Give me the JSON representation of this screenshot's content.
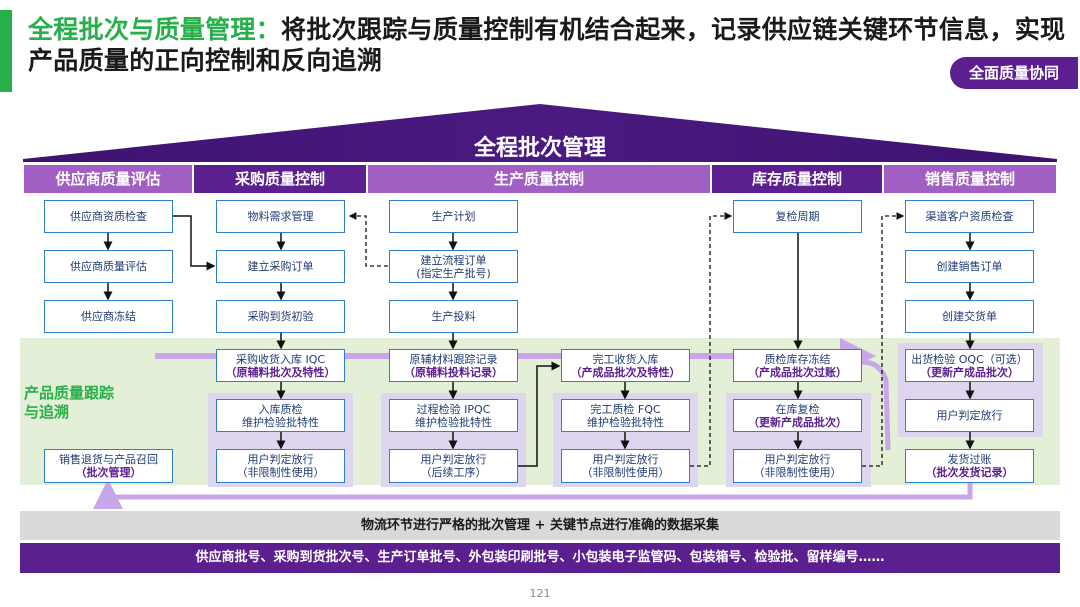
{
  "header": {
    "title_highlight": "全程批次与质量管理：",
    "title_rest": "将批次跟踪与质量控制有机结合起来，记录供应链关键环节信息，实现产品质量的正向控制和反向追溯",
    "badge": "全面质量协同"
  },
  "roof_label": "全程批次管理",
  "stages": [
    "供应商质量评估",
    "采购质量控制",
    "生产质量控制",
    "库存质量控制",
    "销售质量控制"
  ],
  "band_label": "产品质量跟踪与追溯",
  "boxes": {
    "supplier_check": {
      "line1": "供应商资质检查"
    },
    "supplier_eval": {
      "line1": "供应商质量评估"
    },
    "supplier_freeze": {
      "line1": "供应商冻结"
    },
    "return_recall": {
      "line1": "销售退货与产品召回",
      "line2": "（批次管理）"
    },
    "material_req": {
      "line1": "物料需求管理"
    },
    "create_po": {
      "line1": "建立采购订单"
    },
    "arrival_check": {
      "line1": "采购到货初验"
    },
    "receipt_iqc": {
      "line1": "采购收货入库 IQC",
      "line2": "（原辅料批次及特性）"
    },
    "inbound_qc": {
      "line1": "入库质检",
      "line2": "维护检验批特性"
    },
    "user_release_1": {
      "line1": "用户判定放行",
      "line2": "（非限制性使用）"
    },
    "prod_plan": {
      "line1": "生产计划"
    },
    "process_order": {
      "line1": "建立流程订单",
      "line2": "(指定生产批号)"
    },
    "prod_input": {
      "line1": "生产投料"
    },
    "material_trace": {
      "line1": "原辅材料跟踪记录",
      "line2": "（原辅料投料记录）"
    },
    "ipqc": {
      "line1": "过程检验 IPQC",
      "line2": "维护检验批特性"
    },
    "user_release_2": {
      "line1": "用户判定放行",
      "line2": "（后续工序）"
    },
    "finish_receipt": {
      "line1": "完工收货入库",
      "line2": "（产成品批次及特性）"
    },
    "fqc": {
      "line1": "完工质检 FQC",
      "line2": "维护检验批特性"
    },
    "user_release_3": {
      "line1": "用户判定放行",
      "line2": "（非限制性使用）"
    },
    "recheck_cycle": {
      "line1": "复检周期"
    },
    "inspect_freeze": {
      "line1": "质检库存冻结",
      "line2": "（产成品批次过账）"
    },
    "stock_recheck": {
      "line1": "在库复检",
      "line2": "（更新产成品批次）"
    },
    "user_release_4": {
      "line1": "用户判定放行",
      "line2": "（非限制性使用）"
    },
    "channel_check": {
      "line1": "渠道客户资质检查"
    },
    "create_so": {
      "line1": "创建销售订单"
    },
    "create_delivery": {
      "line1": "创建交货单"
    },
    "oqc": {
      "line1": "出货检验 OQC（可选）",
      "line2": "（更新产成品批次）"
    },
    "user_release_5": {
      "line1": "用户判定放行"
    },
    "ship_post": {
      "line1": "发货过账",
      "line2": "（批次发货记录）"
    }
  },
  "footer": {
    "logistics": "物流环节进行严格的批次管理 + 关键节点进行准确的数据采集",
    "numbers": "供应商批号、采购到货批次号、生产订单批号、外包装印刷批号、小包装电子监管码、包装箱号、检验批、留样编号……"
  },
  "page_number": "121",
  "colors": {
    "green": "#27b04a",
    "purple_dark": "#5b1f8f",
    "purple_light": "#a15fc4",
    "box_border": "#2e7fd0",
    "band": "#e3efd6"
  }
}
